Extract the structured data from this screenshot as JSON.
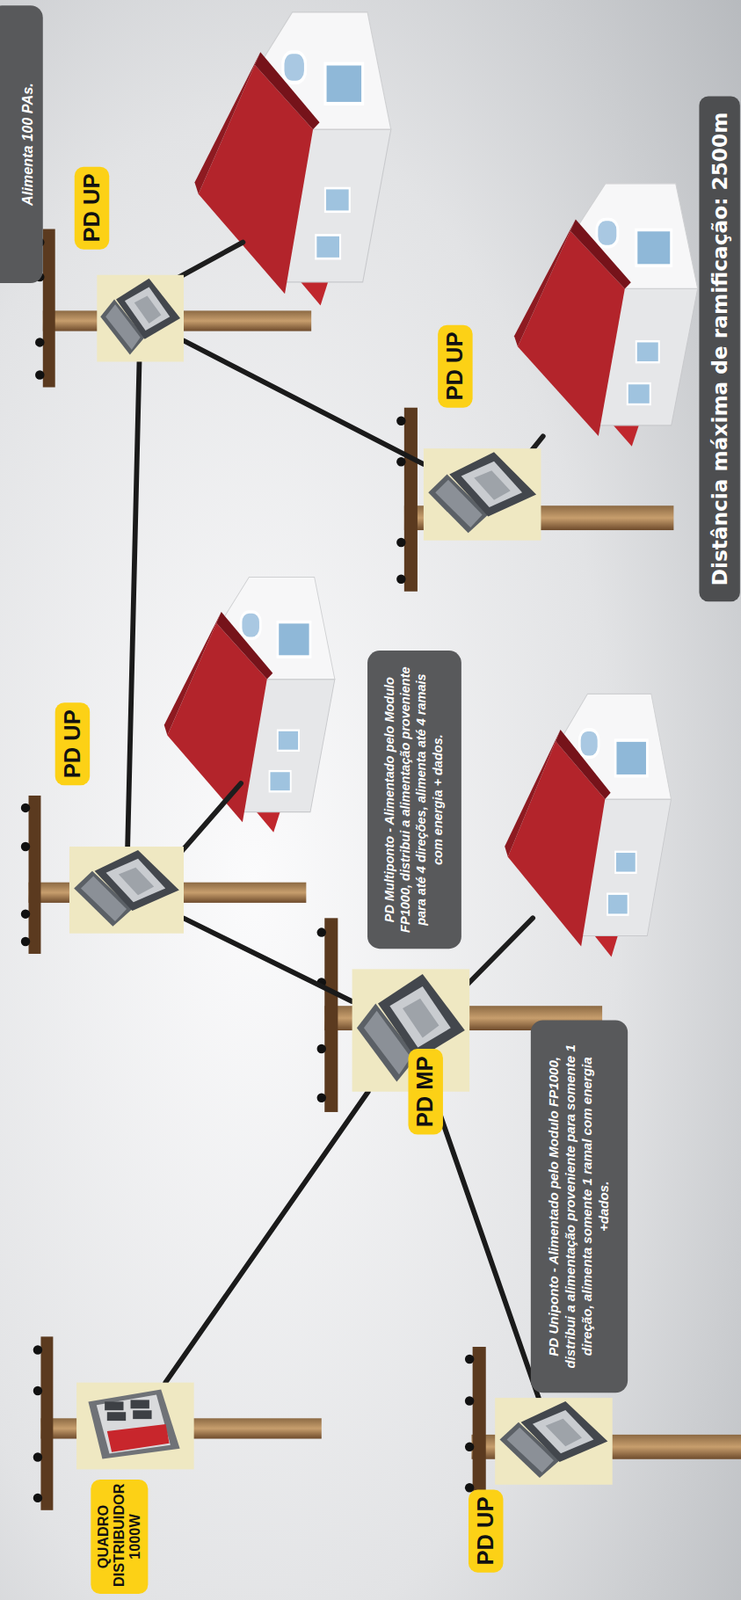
{
  "diagram": {
    "nodes": [
      {
        "text": [
          "QUADRO DISTRIBUIDOR 1000W"
        ]
      },
      {
        "text": [
          "PD UP"
        ]
      },
      {
        "text": [
          "PD Uniponto - Alimentado pelo Modulo FP1000, distribui a alimentação proveniente para somente 1 direção, alimenta somente 1 ramal com energia +dados."
        ]
      },
      {
        "text": [
          "PD MP"
        ]
      },
      {
        "text": [
          "PD Multiponto - Alimentado pelo Modulo FP1000, distribui a alimentação proveniente para até 4 direções, alimenta até 4 ramais com energia + dados."
        ]
      },
      {
        "text": [
          "PD UP"
        ]
      },
      {
        "text": [
          "PD UP"
        ]
      },
      {
        "text": [
          "Distância máxima de ramificação: 2500m"
        ]
      },
      {
        "text": [
          "PD UP"
        ]
      },
      {
        "text": [
          "Alimenta 100 PAs."
        ]
      }
    ],
    "edges": [
      {
        "from": 0,
        "to": 3,
        "arrow": "none"
      },
      {
        "from": 3,
        "to": 1,
        "arrow": "none"
      },
      {
        "from": 3,
        "to": 5,
        "arrow": "none"
      },
      {
        "from": 5,
        "to": 8,
        "arrow": "none"
      },
      {
        "from": 8,
        "to": 6,
        "arrow": "none"
      }
    ]
  }
}
